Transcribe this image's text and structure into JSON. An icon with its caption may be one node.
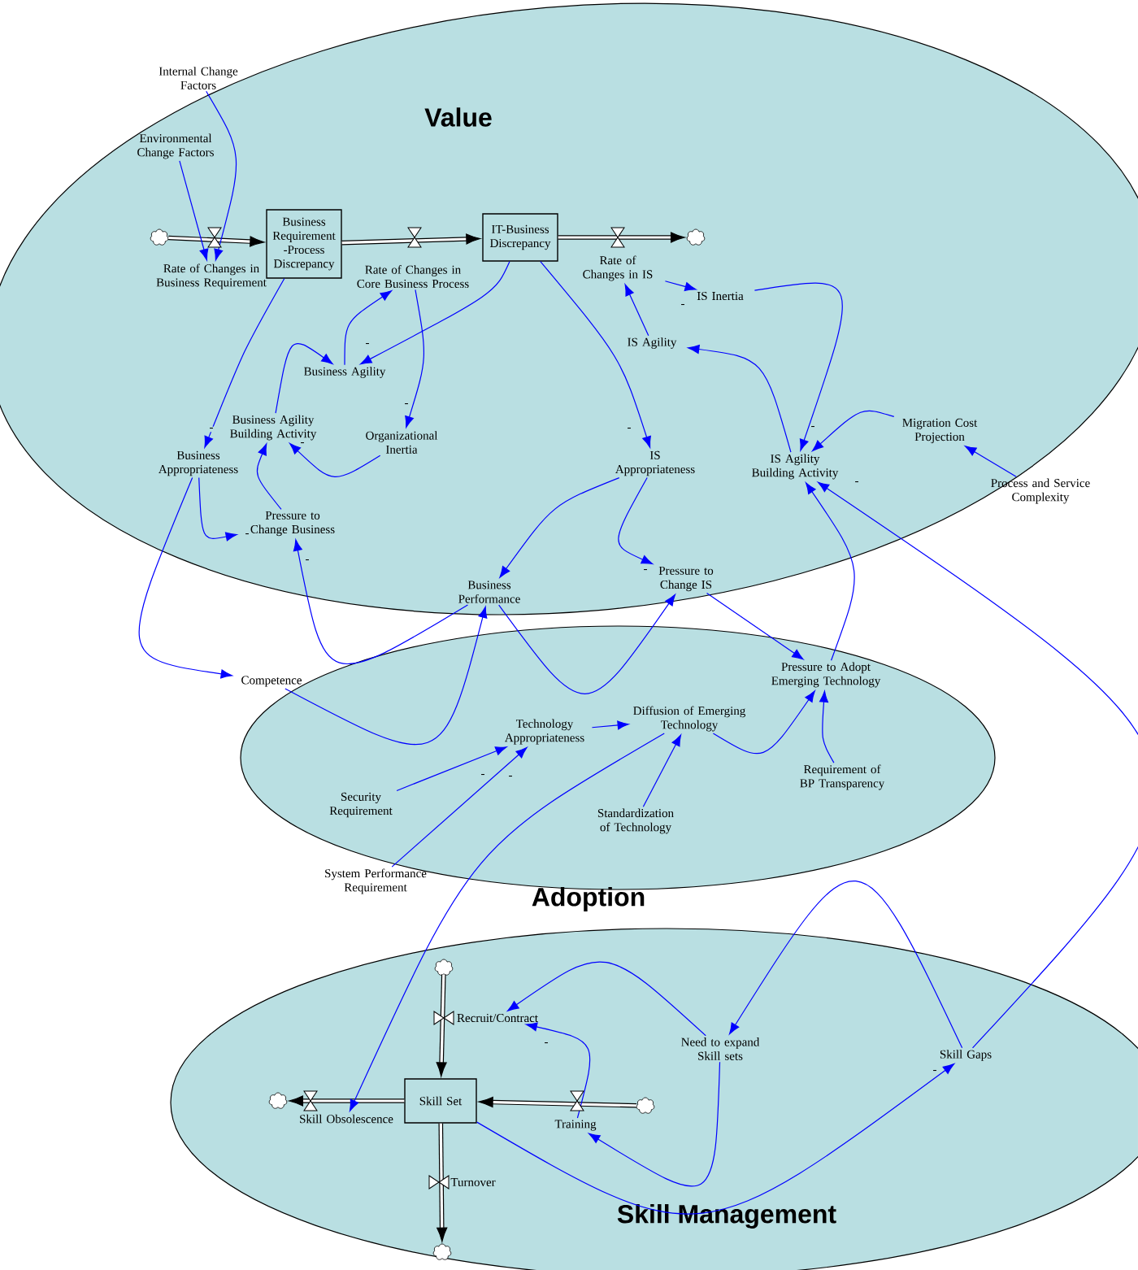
{
  "diagram": {
    "nodes": [
      {
        "text": [
          "Value"
        ]
      },
      {
        "text": [
          "Adoption"
        ]
      },
      {
        "text": [
          "Skill Management"
        ]
      },
      {
        "text": [
          "Internal Change Factors"
        ]
      },
      {
        "text": [
          "Environmental Change Factors"
        ],
        "in": 0
      },
      {
        "text": [],
        "shape": "cloud",
        "in": 0
      },
      {
        "text": [
          "Rate of Changes in Business Requirement"
        ],
        "in": 0
      },
      {
        "text": [
          "Business Requirement -Process Discrepancy"
        ],
        "in": 0
      },
      {
        "text": [
          "Rate of Changes in Core Business Process"
        ],
        "in": 0
      },
      {
        "text": [
          "IT-Business Discrepancy"
        ],
        "in": 0
      },
      {
        "text": [
          "Rate of Changes in IS"
        ],
        "in": 0
      },
      {
        "text": [],
        "shape": "cloud",
        "in": 0
      },
      {
        "text": [
          "IS Inertia"
        ],
        "in": 0
      },
      {
        "text": [
          "IS Agility"
        ],
        "in": 0
      },
      {
        "text": [
          "Business Agility"
        ],
        "in": 0
      },
      {
        "text": [
          "Business Agility Building Activity"
        ],
        "in": 0
      },
      {
        "text": [
          "Organizational Inertia"
        ],
        "in": 0
      },
      {
        "text": [
          "IS Appropriateness"
        ],
        "in": 0
      },
      {
        "text": [
          "IS Agility Building Activity"
        ],
        "in": 0
      },
      {
        "text": [
          "Migration Cost Projection"
        ],
        "in": 0
      },
      {
        "text": [
          "Process and Service Complexity"
        ],
        "in": 0
      },
      {
        "text": [
          "Business Appropriateness"
        ],
        "in": 0
      },
      {
        "text": [
          "Pressure to Change Business"
        ],
        "in": 0
      },
      {
        "text": [
          "Business Performance"
        ],
        "in": 0
      },
      {
        "text": [
          "Pressure to Change IS"
        ],
        "in": 0
      },
      {
        "text": [
          "Competence"
        ]
      },
      {
        "text": [
          "Pressure to Adopt Emerging Technology"
        ],
        "in": 1
      },
      {
        "text": [
          "Technology Appropriateness"
        ],
        "in": 1
      },
      {
        "text": [
          "Diffusion of Emerging Technology"
        ],
        "in": 1
      },
      {
        "text": [
          "Requirement of BP Transparency"
        ],
        "in": 1
      },
      {
        "text": [
          "Security Requirement"
        ],
        "in": 1
      },
      {
        "text": [
          "Standardization of Technology"
        ],
        "in": 1
      },
      {
        "text": [
          "System Performance Requirement"
        ]
      },
      {
        "text": [],
        "shape": "cloud",
        "in": 2
      },
      {
        "text": [
          "Recruit/Contract"
        ],
        "in": 2
      },
      {
        "text": [
          "Skill Set"
        ],
        "in": 2
      },
      {
        "text": [],
        "shape": "cloud",
        "in": 2
      },
      {
        "text": [
          "Skill Obsolescence"
        ],
        "in": 2
      },
      {
        "text": [
          "Training"
        ],
        "in": 2
      },
      {
        "text": [],
        "shape": "cloud",
        "in": 2
      },
      {
        "text": [
          "Need to expand Skill sets"
        ],
        "in": 2
      },
      {
        "text": [
          "Skill Gaps"
        ],
        "in": 2
      },
      {
        "text": [
          "Turnover"
        ],
        "in": 2
      },
      {
        "text": [],
        "shape": "cloud",
        "in": 2
      }
    ],
    "edges": [
      {
        "from": 5,
        "to": 7,
        "arrow": "to",
        "style": "thick",
        "color": "#000000"
      },
      {
        "from": 7,
        "to": 9,
        "arrow": "to",
        "style": "thick",
        "color": "#000000"
      },
      {
        "from": 9,
        "to": 11,
        "arrow": "to",
        "style": "thick",
        "color": "#000000"
      },
      {
        "from": 33,
        "to": 35,
        "arrow": "to",
        "style": "thick",
        "color": "#000000"
      },
      {
        "from": 39,
        "to": 35,
        "arrow": "to",
        "style": "thick",
        "color": "#000000"
      },
      {
        "from": 35,
        "to": 36,
        "arrow": "to",
        "style": "thick",
        "color": "#000000"
      },
      {
        "from": 35,
        "to": 43,
        "arrow": "to",
        "style": "thick",
        "color": "#000000"
      },
      {
        "from": 3,
        "to": 6,
        "arrow": "to"
      },
      {
        "from": 4,
        "to": 6,
        "arrow": "to"
      },
      {
        "from": 7,
        "to": 21,
        "arrow": "to",
        "label": "-"
      },
      {
        "from": 9,
        "to": 14,
        "arrow": "to",
        "label": "-"
      },
      {
        "from": 8,
        "to": 16,
        "arrow": "to",
        "label": "-"
      },
      {
        "from": 14,
        "to": 8,
        "arrow": "to"
      },
      {
        "from": 15,
        "to": 14,
        "arrow": "to"
      },
      {
        "from": 16,
        "to": 15,
        "arrow": "to",
        "label": "-"
      },
      {
        "from": 22,
        "to": 15,
        "arrow": "to"
      },
      {
        "from": 21,
        "to": 22,
        "arrow": "to",
        "label": "-"
      },
      {
        "from": 21,
        "to": 25,
        "arrow": "to"
      },
      {
        "from": 23,
        "to": 22,
        "arrow": "to",
        "label": "-"
      },
      {
        "from": 17,
        "to": 23,
        "arrow": "to"
      },
      {
        "from": 17,
        "to": 24,
        "arrow": "to",
        "label": "-"
      },
      {
        "from": 23,
        "to": 24,
        "arrow": "to"
      },
      {
        "from": 25,
        "to": 23,
        "arrow": "to"
      },
      {
        "from": 24,
        "to": 26,
        "arrow": "to"
      },
      {
        "from": 9,
        "to": 17,
        "arrow": "to",
        "label": "-"
      },
      {
        "from": 10,
        "to": 12,
        "arrow": "to",
        "label": "-"
      },
      {
        "from": 13,
        "to": 10,
        "arrow": "to"
      },
      {
        "from": 12,
        "to": 18,
        "arrow": "to",
        "label": "-"
      },
      {
        "from": 18,
        "to": 13,
        "arrow": "to"
      },
      {
        "from": 19,
        "to": 18,
        "arrow": "to"
      },
      {
        "from": 20,
        "to": 19,
        "arrow": "to"
      },
      {
        "from": 41,
        "to": 18,
        "arrow": "to",
        "label": "-"
      },
      {
        "from": 26,
        "to": 18,
        "arrow": "to"
      },
      {
        "from": 27,
        "to": 28,
        "arrow": "to"
      },
      {
        "from": 30,
        "to": 27,
        "arrow": "to",
        "label": "-"
      },
      {
        "from": 32,
        "to": 27,
        "arrow": "to",
        "label": "-"
      },
      {
        "from": 31,
        "to": 28,
        "arrow": "to"
      },
      {
        "from": 28,
        "to": 26,
        "arrow": "to"
      },
      {
        "from": 29,
        "to": 26,
        "arrow": "to"
      },
      {
        "from": 28,
        "to": 37,
        "arrow": "to"
      },
      {
        "from": 40,
        "to": 34,
        "arrow": "to"
      },
      {
        "from": 38,
        "to": 34,
        "arrow": "to",
        "label": "-"
      },
      {
        "from": 40,
        "to": 38,
        "arrow": "to"
      },
      {
        "from": 35,
        "to": 41,
        "arrow": "to",
        "label": "-"
      },
      {
        "from": 41,
        "to": 40,
        "arrow": "to"
      }
    ]
  }
}
